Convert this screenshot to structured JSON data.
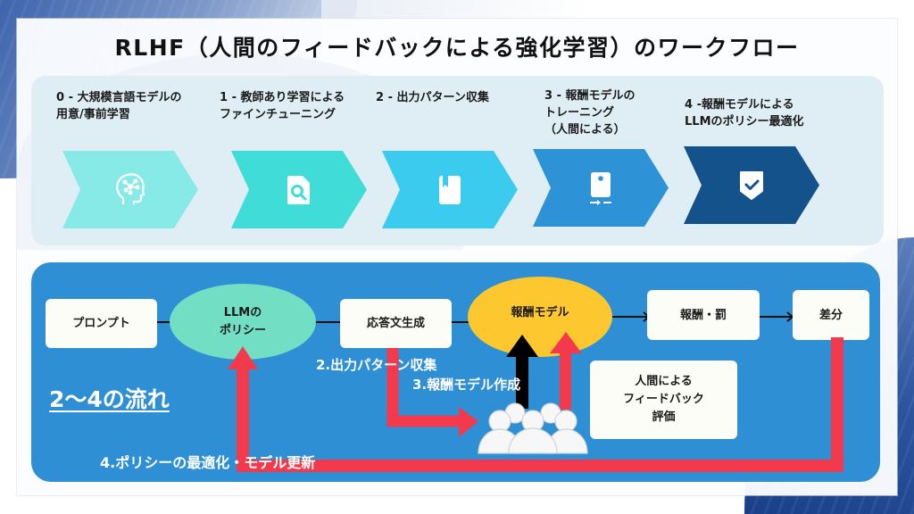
{
  "title": "RLHF（人間のフィードバックによる強化学習）のワークフロー",
  "colors": {
    "panel_top": "#dfeef4",
    "panel_bottom": "#2e8fd4",
    "policy_ellipse": "#72dfc4",
    "reward_ellipse": "#fdc72f",
    "red_arrow": "#f23a4c",
    "black_arrow": "#000000"
  },
  "steps": [
    {
      "label": "0 - 大規模言語モデルの\n用意/事前学習",
      "icon": "brain-network-icon",
      "color": "#88eae6"
    },
    {
      "label": "1 - 教師あり学習による\nファインチューニング",
      "icon": "document-search-icon",
      "color": "#40dcd8"
    },
    {
      "label": "2 - 出力パターン収集",
      "icon": "bookmark-book-icon",
      "color": "#3acbef"
    },
    {
      "label": "3 - 報酬モデルの\nトレーニング\n（人間による）",
      "icon": "device-transfer-icon",
      "color": "#2e92d7"
    },
    {
      "label": "4 -報酬モデルによる\nLLMのポリシー最適化",
      "icon": "shield-check-icon",
      "color": "#14528c"
    }
  ],
  "flow": {
    "title": "2〜4の流れ",
    "prompt": "プロンプト",
    "policy_line1": "LLMの",
    "policy_line2": "ポリシー",
    "response": "応答文生成",
    "reward_model": "報酬モデル",
    "reward_penalty": "報酬・罰",
    "difference": "差分",
    "human_feedback": "人間による\nフィードバック\n評価",
    "label_collect": "2.出力パターン収集",
    "label_reward": "3.報酬モデル作成",
    "label_optimize": "4.ポリシーの最適化・モデル更新",
    "people_icon": "people-group-icon"
  }
}
